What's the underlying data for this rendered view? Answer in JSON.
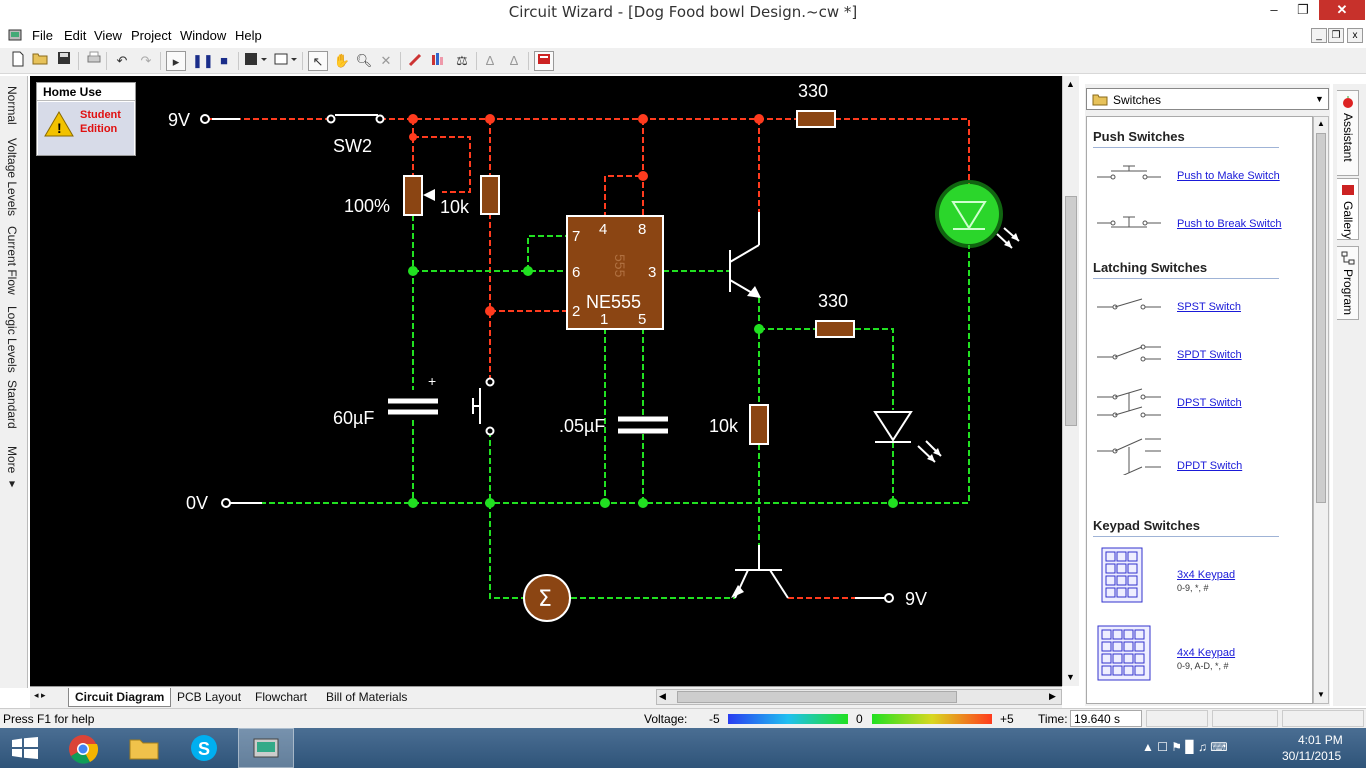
{
  "window": {
    "title": "Circuit Wizard - [Dog Food bowl Design.~cw *]",
    "minimize": "–",
    "maximize": "❐",
    "close": "✕"
  },
  "menu": [
    "File",
    "Edit",
    "View",
    "Project",
    "Window",
    "Help"
  ],
  "mdi_buttons": [
    "_",
    "❐",
    "x"
  ],
  "left_tabs": [
    "Normal",
    "Voltage Levels",
    "Current Flow",
    "Logic Levels",
    "Standard",
    "More ▾"
  ],
  "student_box": {
    "header": "Home Use",
    "line1": "Student",
    "line2": "Edition"
  },
  "circuit": {
    "labels": {
      "v9_top": "9V",
      "sw2": "SW2",
      "pot_pct": "100%",
      "r10k_top": "10k",
      "r330_top": "330",
      "r330_mid": "330",
      "ic_name": "NE555",
      "ic_stamp": "555",
      "pin7": "7",
      "pin4": "4",
      "pin8": "8",
      "pin6": "6",
      "pin3": "3",
      "pin2": "2",
      "pin1": "1",
      "pin5": "5",
      "cap60": "60µF",
      "cap_plus": "+",
      "cap05": ".05µF",
      "r10k_mid": "10k",
      "v0": "0V",
      "v9_bottom": "9V"
    }
  },
  "bottom_tabs": [
    "Circuit Diagram",
    "PCB Layout",
    "Flowchart",
    "Bill of Materials"
  ],
  "gallery": {
    "selected": "Switches",
    "sections": [
      {
        "title": "Push Switches",
        "items": [
          {
            "label": "Push to Make Switch"
          },
          {
            "label": "Push to Break Switch"
          }
        ]
      },
      {
        "title": "Latching Switches",
        "items": [
          {
            "label": "SPST Switch"
          },
          {
            "label": "SPDT Switch"
          },
          {
            "label": "DPST Switch"
          },
          {
            "label": "DPDT Switch"
          }
        ]
      },
      {
        "title": "Keypad Switches",
        "items": [
          {
            "label": "3x4 Keypad",
            "sub": "0-9, *, #"
          },
          {
            "label": "4x4 Keypad",
            "sub": "0-9, A-D, *, #"
          }
        ]
      }
    ]
  },
  "right_tabs": [
    "Assistant",
    "Gallery",
    "Program"
  ],
  "status": {
    "help": "Press F1 for help",
    "voltage_label": "Voltage:",
    "v_min": "-5",
    "v_mid": "0",
    "v_max": "+5",
    "time_label": "Time:",
    "time_value": "19.640 s"
  },
  "taskbar": {
    "time": "4:01 PM",
    "date": "30/11/2015"
  }
}
